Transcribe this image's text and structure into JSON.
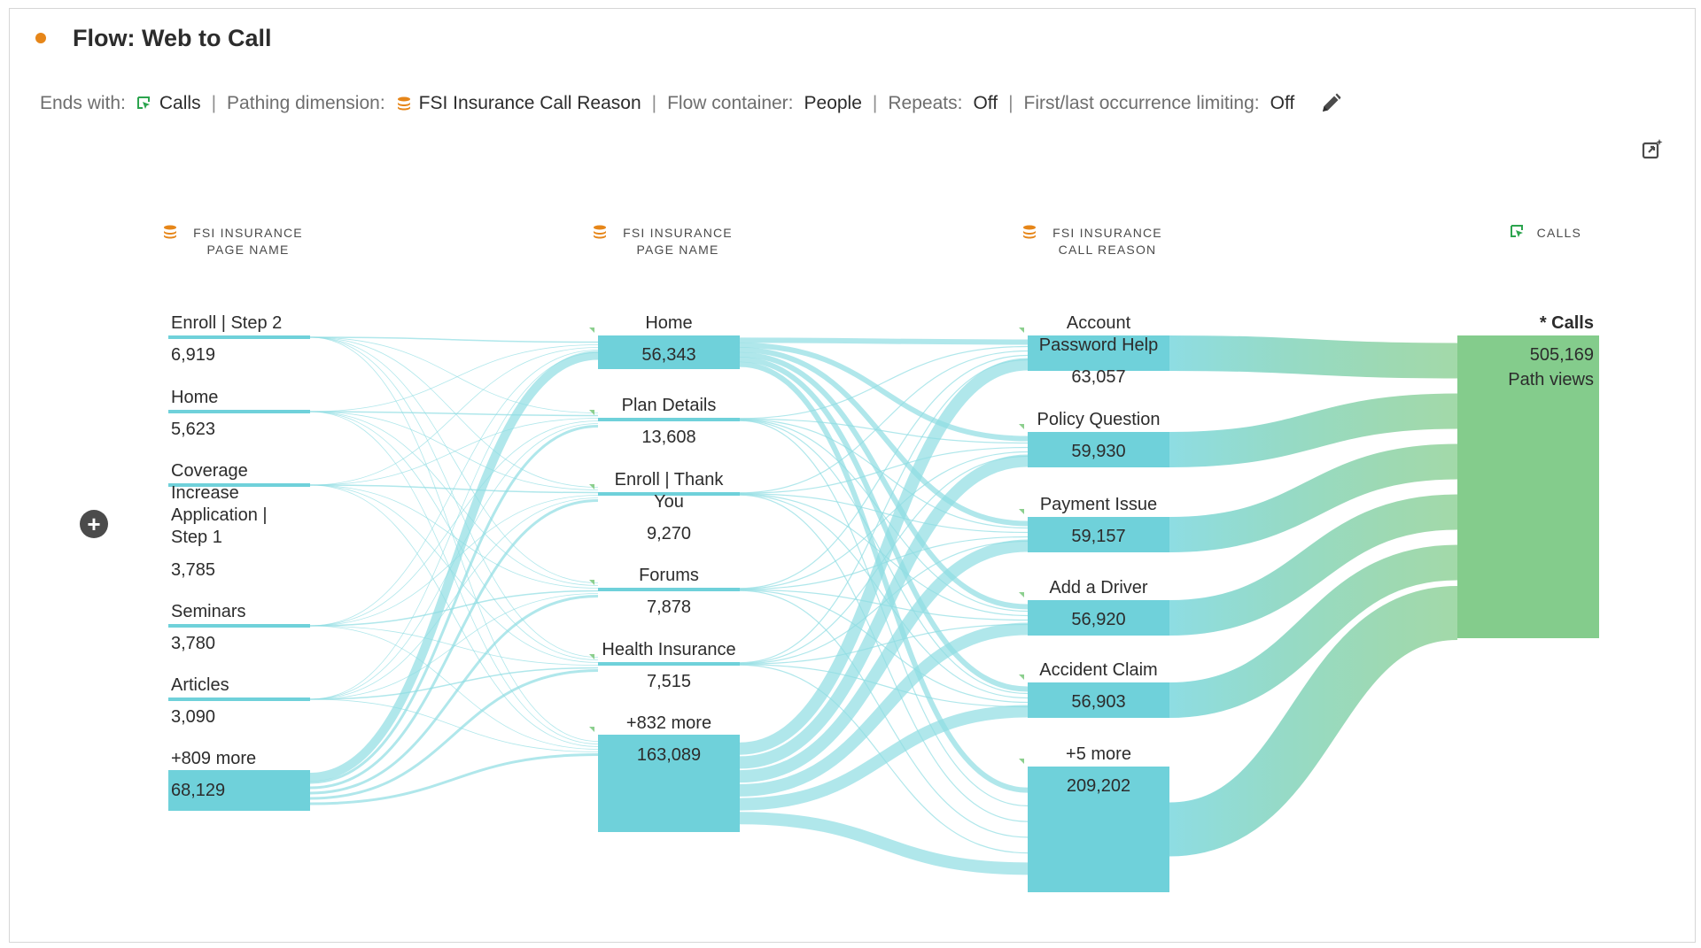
{
  "panel": {
    "title": "Flow: Web to Call",
    "status_color": "#e68619"
  },
  "settings": {
    "ends_with_label": "Ends with:",
    "ends_with_value": "Calls",
    "pathing_label": "Pathing dimension:",
    "pathing_value": "FSI Insurance Call Reason",
    "container_label": "Flow container:",
    "container_value": "People",
    "repeats_label": "Repeats:",
    "repeats_value": "Off",
    "limiting_label": "First/last occurrence limiting:",
    "limiting_value": "Off",
    "separator": "|"
  },
  "icons": {
    "status": "status-dot-icon",
    "metric": "cursor-metric-icon",
    "dimension": "dimension-stack-icon",
    "edit": "pencil-icon",
    "export": "export-icon",
    "add": "plus-circle-icon"
  },
  "colors": {
    "node": "#6fd1da",
    "link": "#8edde3",
    "end_node": "#84cc8c",
    "dimension_icon": "#e68619",
    "metric_icon": "#2ca44e",
    "text": "#2c2c2c"
  },
  "add_button": {
    "label": "+"
  },
  "chart_data": {
    "type": "sankey",
    "columns": [
      {
        "header": [
          "FSI INSURANCE",
          "PAGE NAME"
        ],
        "header_icon": "dimension",
        "nodes": [
          {
            "label": "Enroll | Step 2",
            "value": 6919,
            "value_label": "6,919"
          },
          {
            "label": "Home",
            "value": 5623,
            "value_label": "5,623"
          },
          {
            "label": "Coverage Increase Application | Step 1",
            "value": 3785,
            "value_label": "3,785"
          },
          {
            "label": "Seminars",
            "value": 3780,
            "value_label": "3,780"
          },
          {
            "label": "Articles",
            "value": 3090,
            "value_label": "3,090"
          },
          {
            "label": "+809 more",
            "value": 68129,
            "value_label": "68,129"
          }
        ]
      },
      {
        "header": [
          "FSI INSURANCE",
          "PAGE NAME"
        ],
        "header_icon": "dimension",
        "nodes": [
          {
            "label": "Home",
            "value": 56343,
            "value_label": "56,343"
          },
          {
            "label": "Plan Details",
            "value": 13608,
            "value_label": "13,608"
          },
          {
            "label": "Enroll | Thank You",
            "value": 9270,
            "value_label": "9,270"
          },
          {
            "label": "Forums",
            "value": 7878,
            "value_label": "7,878"
          },
          {
            "label": "Health Insurance",
            "value": 7515,
            "value_label": "7,515"
          },
          {
            "label": "+832 more",
            "value": 163089,
            "value_label": "163,089"
          }
        ]
      },
      {
        "header": [
          "FSI INSURANCE",
          "CALL REASON"
        ],
        "header_icon": "dimension",
        "nodes": [
          {
            "label": "Account Password Help",
            "value": 63057,
            "value_label": "63,057"
          },
          {
            "label": "Policy Question",
            "value": 59930,
            "value_label": "59,930"
          },
          {
            "label": "Payment Issue",
            "value": 59157,
            "value_label": "59,157"
          },
          {
            "label": "Add a Driver",
            "value": 56920,
            "value_label": "56,920"
          },
          {
            "label": "Accident Claim",
            "value": 56903,
            "value_label": "56,903"
          },
          {
            "label": "+5 more",
            "value": 209202,
            "value_label": "209,202"
          }
        ]
      },
      {
        "header": [
          "CALLS"
        ],
        "header_icon": "metric",
        "nodes": [
          {
            "label": "* Calls",
            "value": 505169,
            "value_label": "505,169",
            "sublabel": "Path views"
          }
        ]
      }
    ]
  }
}
